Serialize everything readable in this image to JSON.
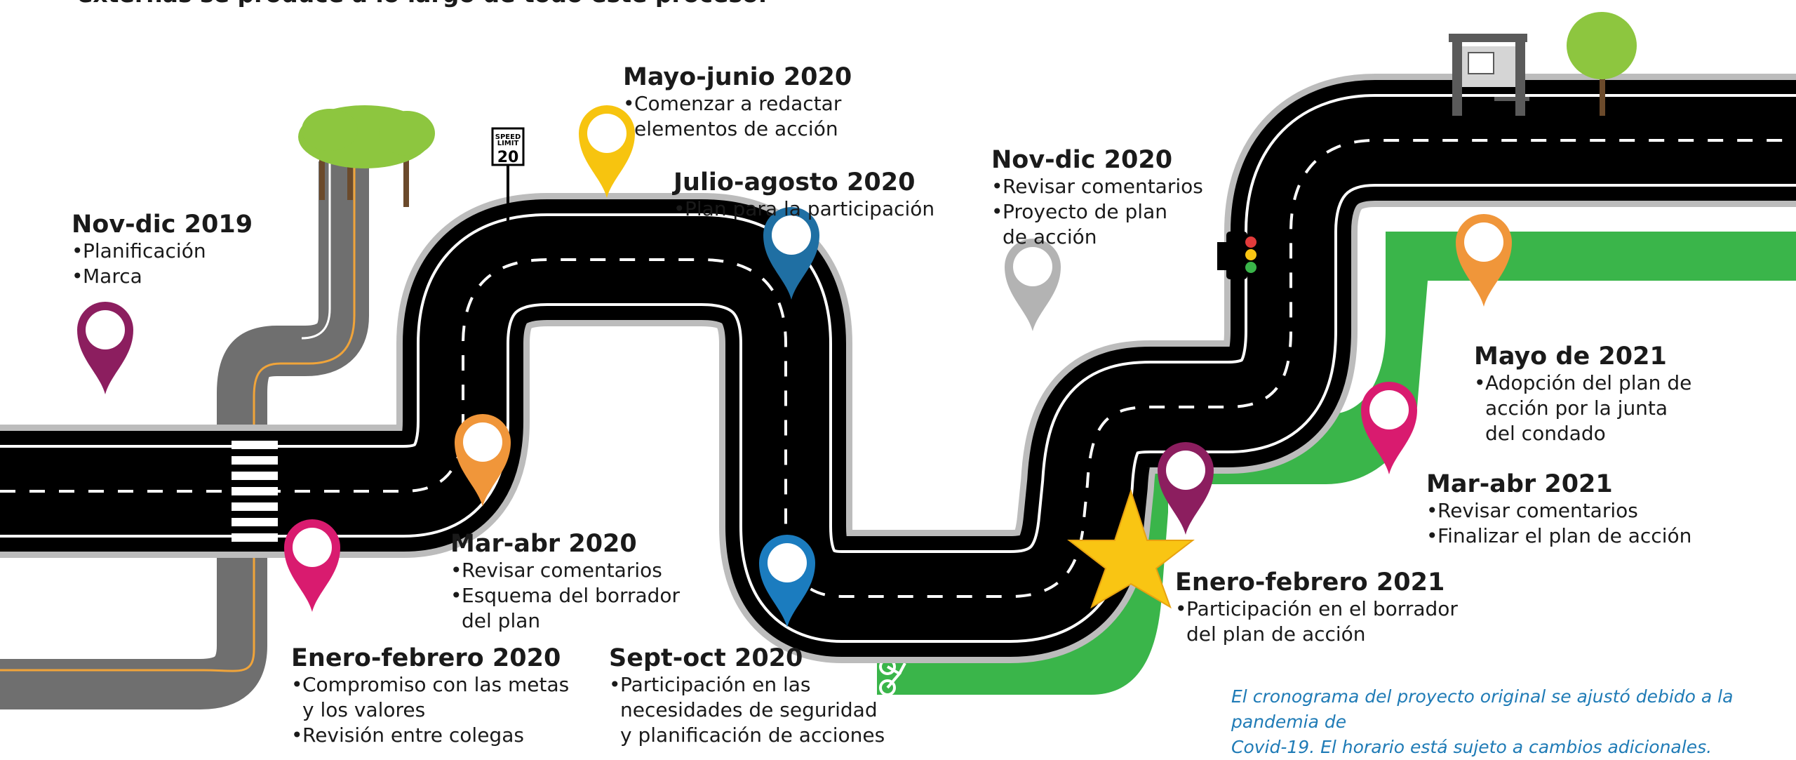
{
  "intro_line": "externas se produce a lo largo de todo este proceso.",
  "colors": {
    "road": "#000000",
    "road_edge": "#bcbcbc",
    "side_road": "#707070",
    "side_road_line": "#f0a43a",
    "bike_lane": "#3ab54a",
    "tree": "#8dc63f",
    "trunk": "#6b4a2b",
    "star": "#f9c513",
    "pin_purple": "#8c1e5f",
    "pin_yellow": "#f7c40f",
    "pin_blue": "#1f6fa3",
    "pin_orange": "#f0963a",
    "pin_pink": "#d91b6f",
    "pin_gray": "#b3b3b3",
    "pin_blue2": "#1b7cbf"
  },
  "icons": {
    "speed_sign": "speed-limit-sign",
    "traffic_light": "traffic-light",
    "bus_stop": "bus-stop-shelter",
    "bike": "bicycle-icon",
    "star": "star"
  },
  "speed_sign": {
    "line1": "SPEED",
    "line2": "LIMIT",
    "value": "20"
  },
  "milestones": [
    {
      "title": "Nov-dic 2019",
      "items": [
        "Planificación",
        "Marca"
      ]
    },
    {
      "title": "Enero-febrero 2020",
      "items": [
        "Compromiso con las metas\ny los valores",
        "Revisión entre colegas"
      ]
    },
    {
      "title": "Mar-abr 2020",
      "items": [
        "Revisar comentarios",
        "Esquema del borrador\ndel plan"
      ]
    },
    {
      "title": "Mayo-junio 2020",
      "items": [
        "Comenzar a redactar\nelementos de acción"
      ]
    },
    {
      "title": "Julio-agosto 2020",
      "items": [
        "Plan para la participación"
      ]
    },
    {
      "title": "Sept-oct 2020",
      "items": [
        "Participación en las\nnecesidades de seguridad\ny planificación de acciones"
      ]
    },
    {
      "title": "Nov-dic 2020",
      "items": [
        "Revisar comentarios",
        "Proyecto de plan\nde acción"
      ]
    },
    {
      "title": "Enero-febrero 2021",
      "items": [
        "Participación en el borrador\ndel plan de acción"
      ]
    },
    {
      "title": "Mar-abr 2021",
      "items": [
        "Revisar comentarios",
        "Finalizar el plan de acción"
      ]
    },
    {
      "title": "Mayo de 2021",
      "items": [
        "Adopción del plan de\nacción por la junta\ndel condado"
      ]
    }
  ],
  "footnote": "El cronograma del proyecto original se ajustó debido a la pandemia de\nCovid-19. El horario está sujeto a cambios adicionales."
}
